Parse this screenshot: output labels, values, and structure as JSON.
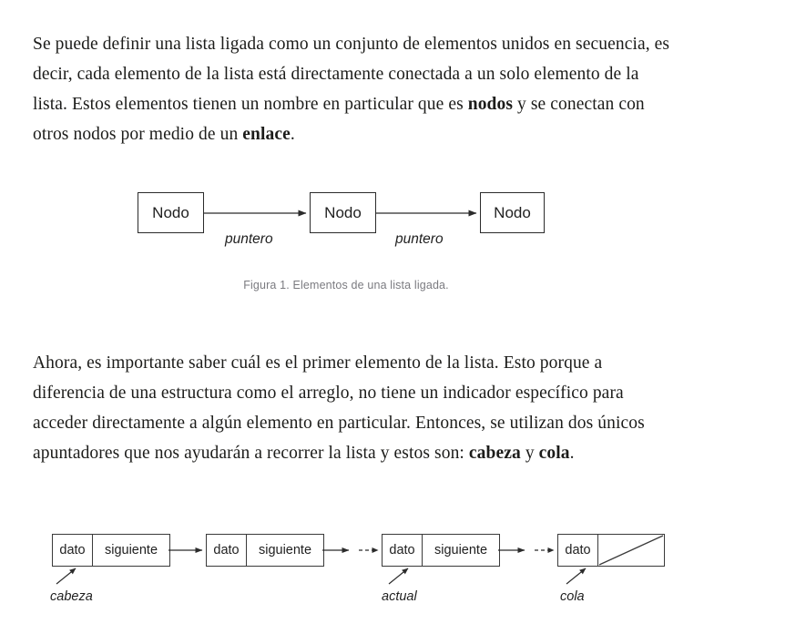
{
  "document": {
    "paragraphs": [
      {
        "id": "para-1",
        "segments": [
          {
            "text": "Se puede definir una lista ligada como un conjunto de elementos unidos en secuencia, es decir, cada elemento de la lista está directamente conectada a un solo elemento de la lista. Estos elementos tienen un nombre en particular que es ",
            "bold": false
          },
          {
            "text": "nodos",
            "bold": true
          },
          {
            "text": " y se conectan con otros nodos por medio de un ",
            "bold": false
          },
          {
            "text": "enlace",
            "bold": true
          },
          {
            "text": ".",
            "bold": false
          }
        ]
      },
      {
        "id": "para-2",
        "segments": [
          {
            "text": "Ahora, es importante saber cuál es el primer elemento de la lista. Esto porque a diferencia de una estructura como el arreglo, no tiene un indicador específico para acceder directamente a algún elemento en particular. Entonces, se utilizan dos únicos apuntadores que nos ayudarán a recorrer la lista y estos son: ",
            "bold": false
          },
          {
            "text": "cabeza",
            "bold": true
          },
          {
            "text": " y ",
            "bold": false
          },
          {
            "text": "cola",
            "bold": true
          },
          {
            "text": ".",
            "bold": false
          }
        ]
      }
    ]
  },
  "figure1": {
    "caption": "Figura 1. Elementos de una lista ligada.",
    "nodes": [
      {
        "label": "Nodo"
      },
      {
        "label": "Nodo"
      },
      {
        "label": "Nodo"
      }
    ],
    "arrow_labels": [
      {
        "label": "puntero"
      },
      {
        "label": "puntero"
      }
    ]
  },
  "figure2": {
    "nodes": [
      {
        "data_label": "dato",
        "next_label": "siguiente",
        "is_null": false,
        "pointer_name": "cabeza"
      },
      {
        "data_label": "dato",
        "next_label": "siguiente",
        "is_null": false,
        "pointer_name": ""
      },
      {
        "data_label": "dato",
        "next_label": "siguiente",
        "is_null": false,
        "pointer_name": "actual"
      },
      {
        "data_label": "dato",
        "next_label": "",
        "is_null": true,
        "pointer_name": "cola"
      }
    ],
    "pointer_names": [
      "cabeza",
      "actual",
      "cola"
    ]
  },
  "colors": {
    "background": "#ffffff",
    "body_text": "#1c1c1a",
    "caption_text": "#7b7b80",
    "stroke": "#2b2b2b",
    "box_border": "#3a3a3a"
  }
}
